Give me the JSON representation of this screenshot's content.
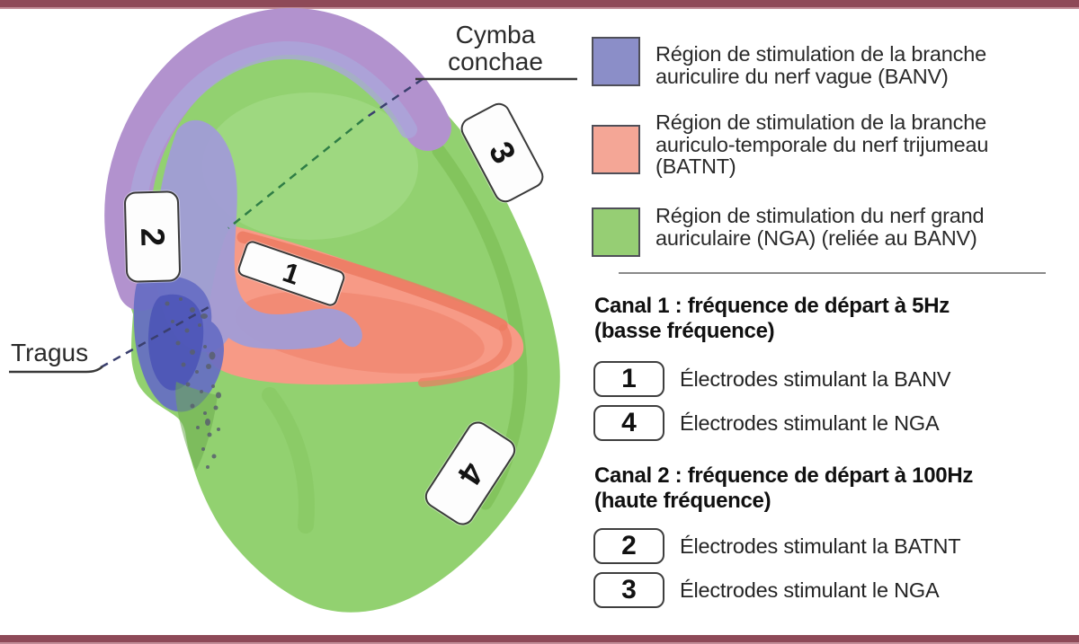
{
  "page": {
    "accent_bar_color": "#8e4a58",
    "background": "#ffffff"
  },
  "diagram": {
    "labels": {
      "cymba_line1": "Cymba",
      "cymba_line2": "conchae",
      "tragus": "Tragus"
    },
    "electrode_numbers": {
      "e1": "1",
      "e2": "2",
      "e3": "3",
      "e4": "4"
    },
    "colors": {
      "banv_region": "#a19cd6",
      "banv_rim": "#b292ce",
      "banv_rim_inner": "#aaa6db",
      "batnt_region": "#f79a86",
      "batnt_ridge": "#ec7a61",
      "nga_region": "#92d170",
      "nga_light": "#a6dc8a",
      "nga_ridge": "#7dbf56",
      "tragus_blue": "#666cc3",
      "tragus_blue_dark": "#4b53b6",
      "dash_navy": "#3a3f6e",
      "dash_green": "#2f7d45"
    }
  },
  "legend": {
    "regions": [
      {
        "swatch_color": "#8b8ec8",
        "lines": [
          "Région de stimulation de la branche",
          "auriculire du nerf vague (BANV)"
        ]
      },
      {
        "swatch_color": "#f4a696",
        "lines": [
          "Région de stimulation de la branche",
          "auriculo-temporale du nerf trijumeau",
          "(BATNT)"
        ]
      },
      {
        "swatch_color": "#96ce74",
        "lines": [
          "Région de stimulation du nerf grand",
          "auriculaire (NGA) (reliée au BANV)"
        ]
      }
    ],
    "canal1": {
      "title_line1": "Canal 1 : fréquence de départ à 5Hz",
      "title_line2": "(basse fréquence)",
      "rows": [
        {
          "number": "1",
          "label": "Électrodes stimulant la BANV"
        },
        {
          "number": "4",
          "label": "Électrodes stimulant le NGA"
        }
      ]
    },
    "canal2": {
      "title_line1": "Canal 2 : fréquence de départ à 100Hz",
      "title_line2": "(haute fréquence)",
      "rows": [
        {
          "number": "2",
          "label": "Électrodes stimulant la BATNT"
        },
        {
          "number": "3",
          "label": "Électrodes stimulant le NGA"
        }
      ]
    }
  }
}
